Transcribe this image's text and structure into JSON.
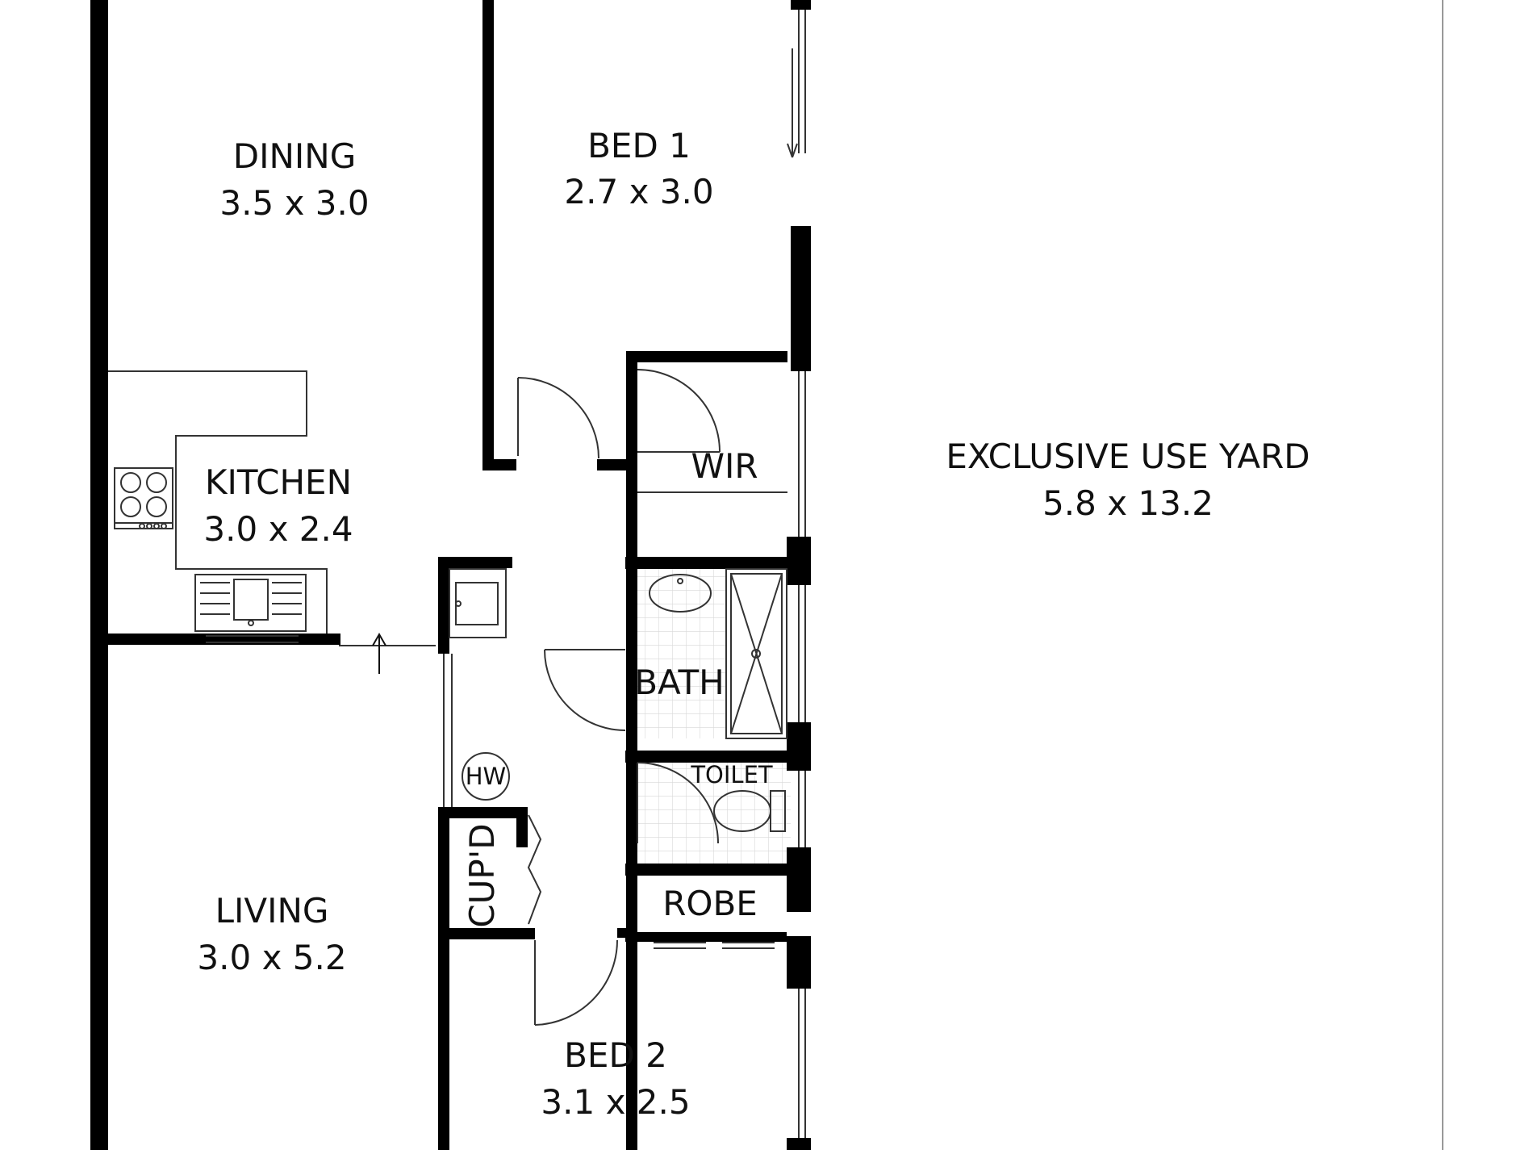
{
  "rooms": {
    "dining": {
      "name": "DINING",
      "size": "3.5 x 3.0"
    },
    "bed1": {
      "name": "BED 1",
      "size": "2.7 x 3.0"
    },
    "kitchen": {
      "name": "KITCHEN",
      "size": "3.0 x 2.4"
    },
    "wir": {
      "name": "WIR"
    },
    "yard": {
      "name": "EXCLUSIVE USE YARD",
      "size": "5.8 x 13.2"
    },
    "bath": {
      "name": "BATH"
    },
    "toilet": {
      "name": "TOILET"
    },
    "hw": {
      "name": "HW"
    },
    "cupd": {
      "name": "CUP'D"
    },
    "robe": {
      "name": "ROBE"
    },
    "living": {
      "name": "LIVING",
      "size": "3.0 x 5.2"
    },
    "bed2": {
      "name": "BED 2",
      "size": "3.1 x 2.5"
    }
  },
  "colors": {
    "wall": "#000000",
    "line": "#333333",
    "tile": "#d8d8d8",
    "paper": "#ffffff"
  }
}
